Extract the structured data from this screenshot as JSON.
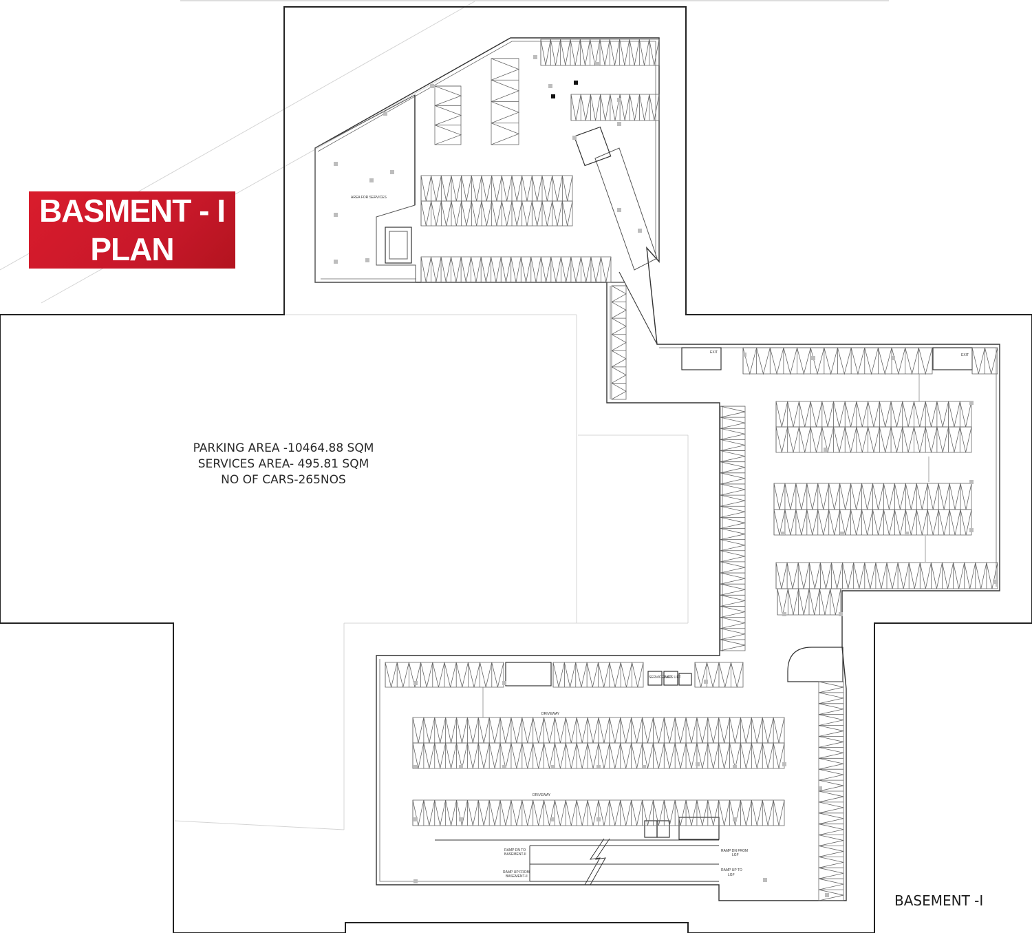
{
  "title": {
    "line1": "BASMENT - I",
    "line2": "PLAN",
    "background": "#d91c2c"
  },
  "stats": {
    "parking_area": "PARKING AREA -10464.88 SQM",
    "services_area": "SERVICES AREA- 495.81 SQM",
    "no_of_cars": "NO OF CARS-265NOS"
  },
  "basement_label": "BASEMENT -I",
  "labels": {
    "area_for_services": "AREA FOR SERVICES",
    "exit": "EXIT",
    "driveway": "DRIVEWAY",
    "ramp_down": "RAMP DN TO",
    "ramp_down_2": "BASEMENT-II",
    "ramp_up_from": "RAMP UP FROM",
    "ramp_up_from_2": "BASEMENT-II",
    "ramp_dn_from": "RAMP DN FROM",
    "ramp_dn_from_2": "LGF",
    "ramp_up_to": "RAMP UP TO",
    "ramp_up_to_2": "LGF",
    "service_lift": "SERVICE LIFT",
    "pass_lift": "PASS LIFT"
  },
  "colors": {
    "line": "#222222",
    "thin": "#9a9a9a",
    "accent": "#d91c2c"
  }
}
